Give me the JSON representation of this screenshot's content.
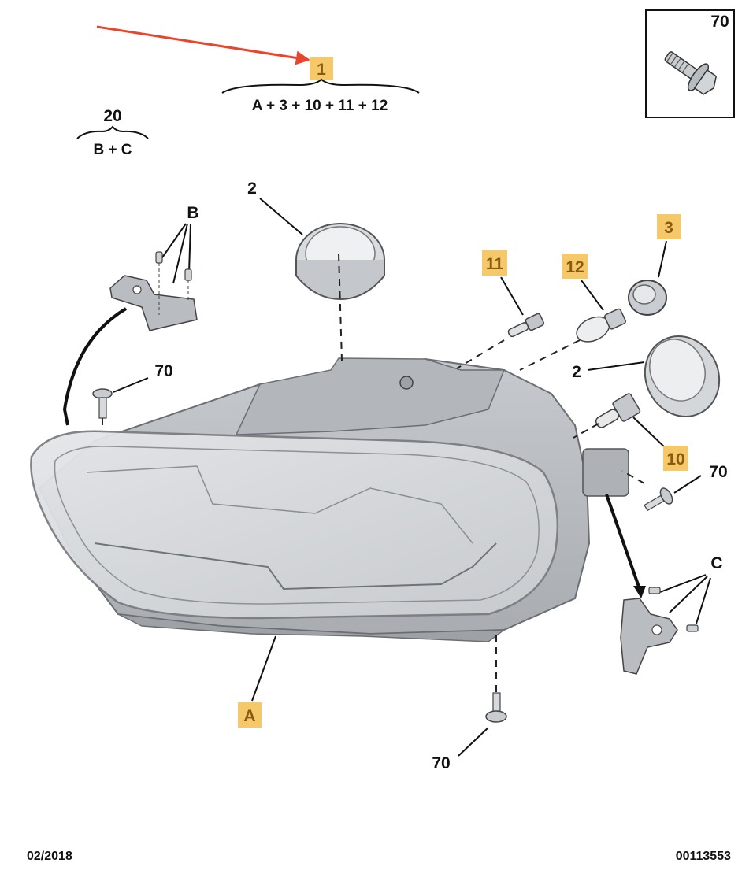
{
  "main_part": {
    "ref": "1",
    "formula": "A + 3 + 10 + 11 + 12"
  },
  "sub_assembly": {
    "ref": "20",
    "formula": "B + C"
  },
  "inset": {
    "ref": "70"
  },
  "callouts": {
    "b": "B",
    "c": "C",
    "a": "A",
    "p2_top": "2",
    "p2_mid": "2",
    "p3": "3",
    "p10": "10",
    "p11": "11",
    "p12": "12",
    "p70_left": "70",
    "p70_right": "70",
    "p70_bottom": "70"
  },
  "footer": {
    "date": "02/2018",
    "ref_number": "00113553"
  },
  "colors": {
    "highlight": "#f5c86a",
    "arrow": "#e8452c",
    "part": "#bfc3c8",
    "line": "#111111"
  }
}
